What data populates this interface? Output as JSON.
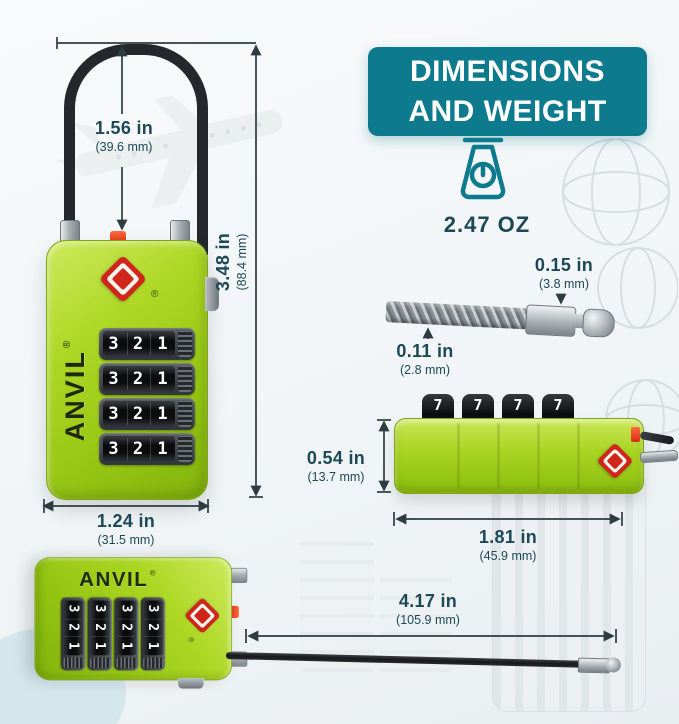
{
  "title": {
    "line1": "DIMENSIONS",
    "line2": "AND WEIGHT"
  },
  "weight": {
    "label": "2.47 OZ"
  },
  "lock": {
    "brand": "ANVIL",
    "registered": "®",
    "dial_display": "3 2 1",
    "side_dial_digit": "7"
  },
  "dimensions": {
    "cable_loop_height": {
      "value": "1.56 in",
      "metric": "(39.6 mm)"
    },
    "total_height": {
      "value": "3.48 in",
      "metric": "(88.4 mm)"
    },
    "body_width": {
      "value": "1.24 in",
      "metric": "(31.5 mm)"
    },
    "cable_tip_diameter": {
      "value": "0.15 in",
      "metric": "(3.8 mm)"
    },
    "cable_diameter": {
      "value": "0.11 in",
      "metric": "(2.8 mm)"
    },
    "body_thickness": {
      "value": "0.54 in",
      "metric": "(13.7 mm)"
    },
    "body_length": {
      "value": "1.81 in",
      "metric": "(45.9 mm)"
    },
    "cable_length": {
      "value": "4.17 in",
      "metric": "(105.9 mm)"
    }
  },
  "icons": {
    "weight_scale": "scale-icon"
  },
  "background_art": [
    "airplane",
    "wireframe-globe",
    "suitcase",
    "buildings"
  ],
  "colors": {
    "teal": "#0e7a8d",
    "lock_green": "#a8d321",
    "tsa_red": "#d0251a",
    "dim_text": "#1d4856",
    "line": "#2e3b40"
  }
}
